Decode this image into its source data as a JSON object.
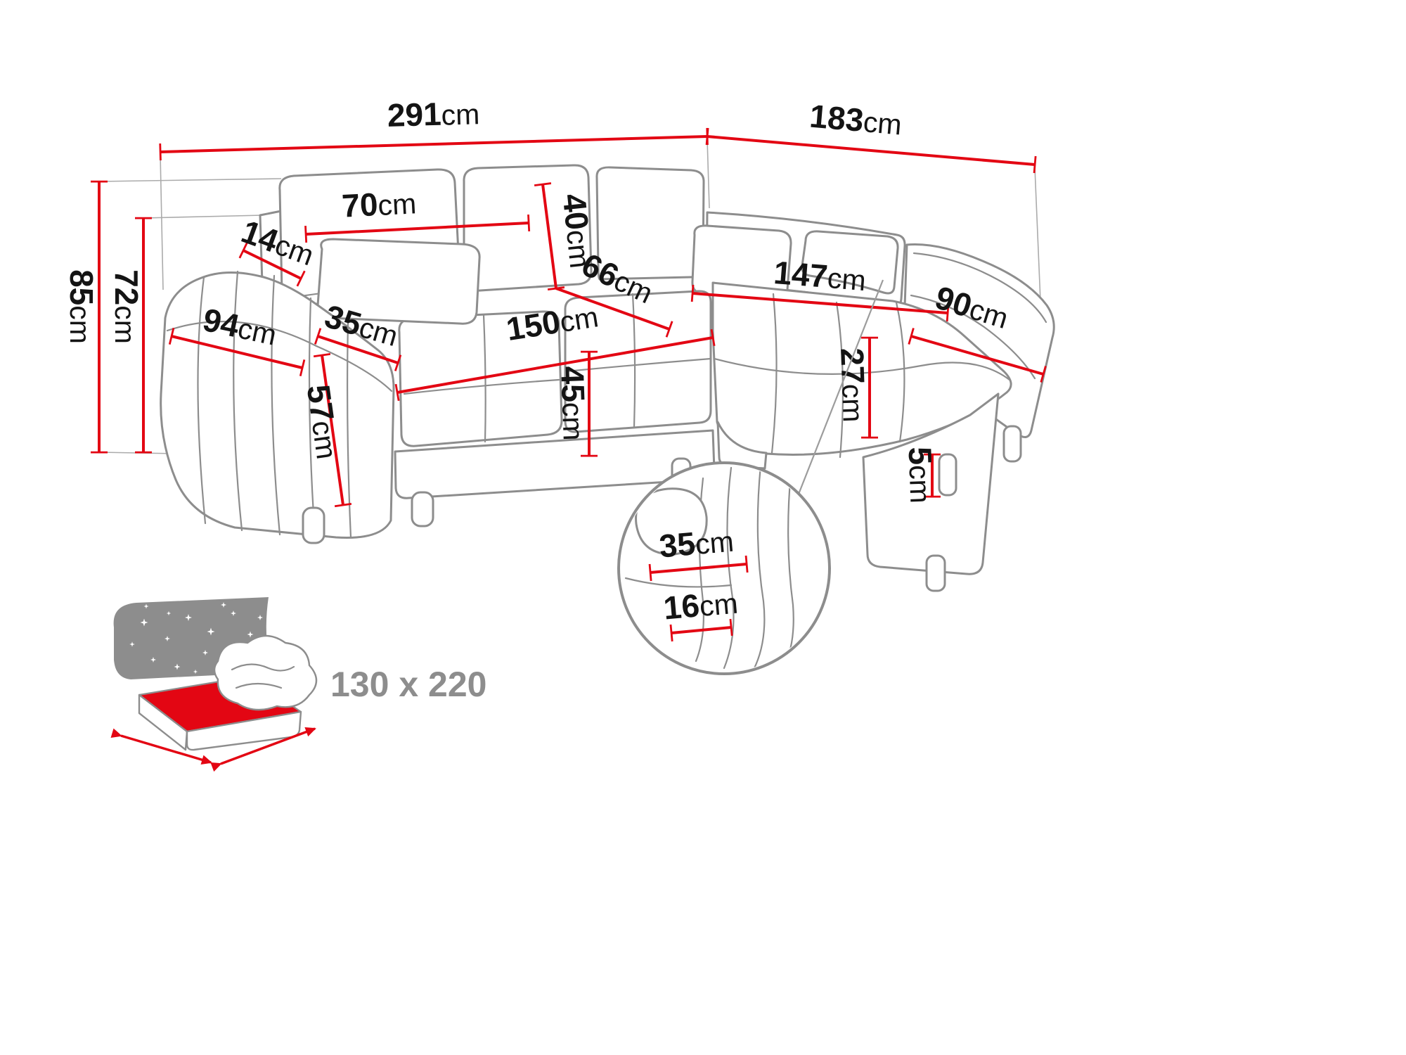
{
  "diagram": {
    "subject": "corner-sofa-dimension-diagram",
    "colors": {
      "outline_gray": "#8d8d8d",
      "dimension_red": "#e30613",
      "label_black": "#141414",
      "background": "#ffffff"
    },
    "icons": {
      "sleeping_area_icon": "sofa-bed-mattress",
      "detail_view_icon": "magnifier-circle"
    },
    "dimensions": {
      "total_width": {
        "value": "291",
        "unit": "cm"
      },
      "total_depth": {
        "value": "183",
        "unit": "cm"
      },
      "total_height": {
        "value": "85",
        "unit": "cm"
      },
      "backrest_height": {
        "value": "72",
        "unit": "cm"
      },
      "back_cushion_width": {
        "value": "70",
        "unit": "cm"
      },
      "back_top_depth": {
        "value": "14",
        "unit": "cm"
      },
      "back_cushion_height": {
        "value": "40",
        "unit": "cm"
      },
      "seat_depth": {
        "value": "66",
        "unit": "cm"
      },
      "armrest_length": {
        "value": "94",
        "unit": "cm"
      },
      "armrest_width": {
        "value": "35",
        "unit": "cm"
      },
      "seat_width": {
        "value": "150",
        "unit": "cm"
      },
      "seat_height": {
        "value": "45",
        "unit": "cm"
      },
      "armrest_height": {
        "value": "57",
        "unit": "cm"
      },
      "chaise_length": {
        "value": "147",
        "unit": "cm"
      },
      "chaise_width": {
        "value": "90",
        "unit": "cm"
      },
      "chaise_cushion_height": {
        "value": "27",
        "unit": "cm"
      },
      "leg_height": {
        "value": "5",
        "unit": "cm"
      },
      "detail_cushion_width": {
        "value": "35",
        "unit": "cm"
      },
      "detail_cushion_thickness": {
        "value": "16",
        "unit": "cm"
      }
    },
    "sleeping_area": {
      "label": "130 x 220"
    }
  }
}
